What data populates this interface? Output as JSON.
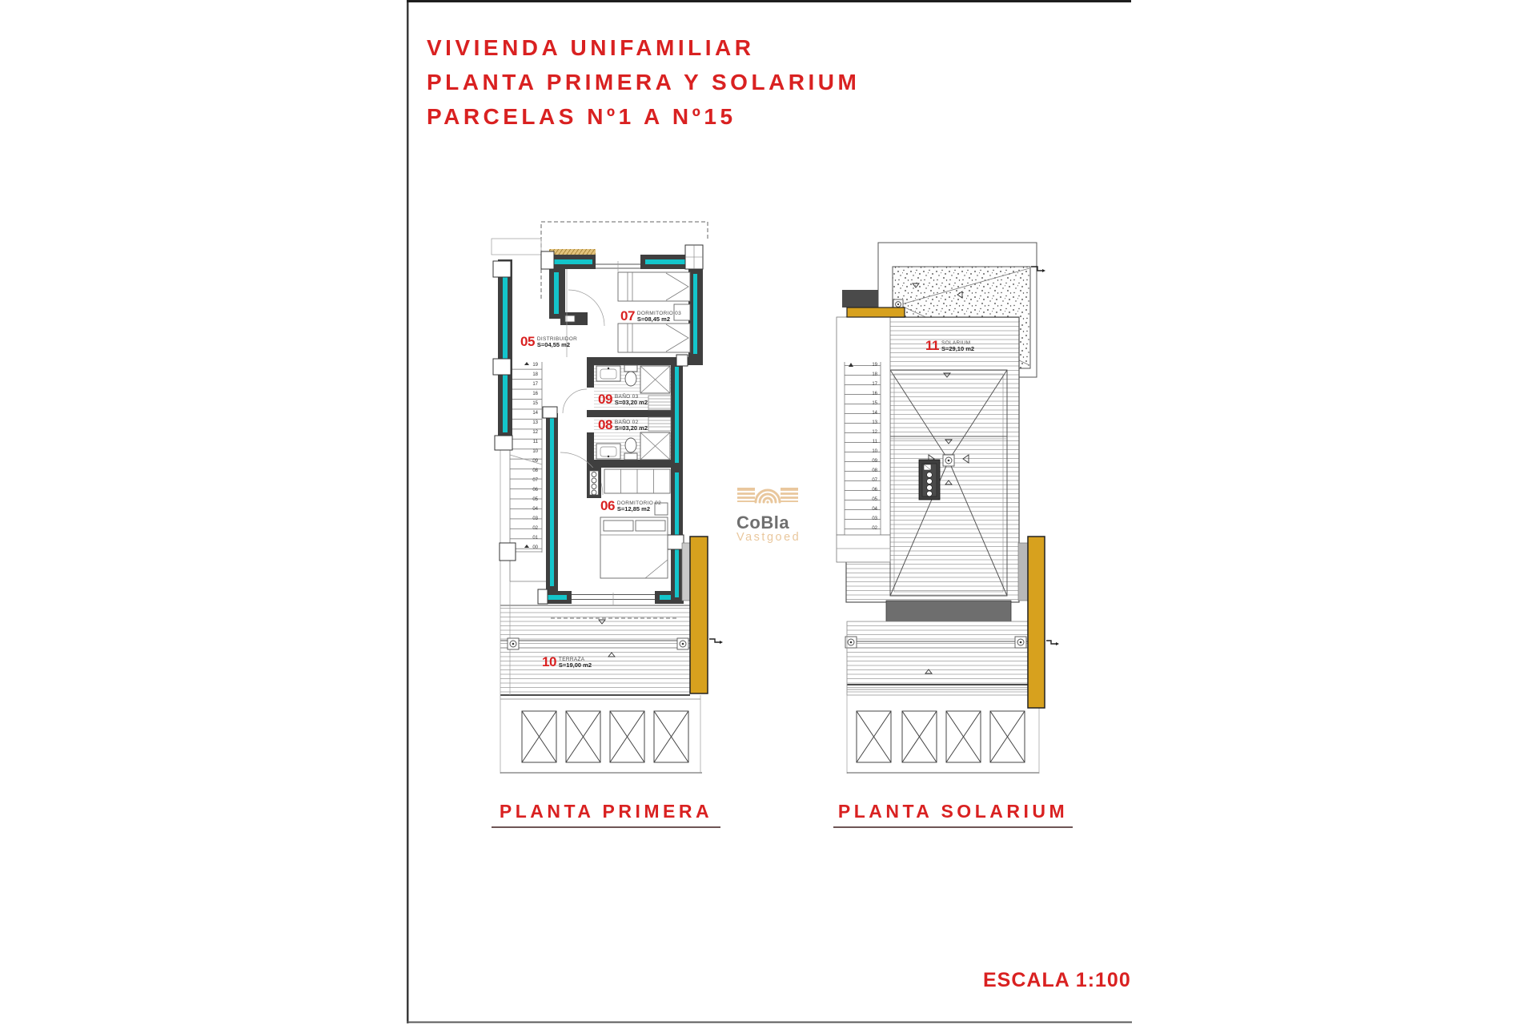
{
  "sheet": {
    "title_lines": [
      "VIVIENDA UNIFAMILIAR",
      "PLANTA PRIMERA Y SOLARIUM",
      "PARCELAS Nº1 A Nº15"
    ],
    "scale_label": "ESCALA 1:100"
  },
  "plan_primera": {
    "caption": "PLANTA PRIMERA",
    "rooms": [
      {
        "num": "05",
        "name": "DISTRIBUIDOR",
        "area": "S=04,55 m2"
      },
      {
        "num": "07",
        "name": "DORMITORIO 03",
        "area": "S=08,45 m2"
      },
      {
        "num": "09",
        "name": "BAÑO 03",
        "area": "S=03,20 m2"
      },
      {
        "num": "08",
        "name": "BAÑO 02",
        "area": "S=03,20 m2"
      },
      {
        "num": "06",
        "name": "DORMITORIO 02",
        "area": "S=12,85 m2"
      },
      {
        "num": "10",
        "name": "TERRAZA",
        "area": "S=19,00 m2"
      }
    ],
    "stair_numbers": [
      "19",
      "18",
      "17",
      "16",
      "15",
      "14",
      "13",
      "12",
      "11",
      "10",
      "09",
      "08",
      "07",
      "06",
      "05",
      "04",
      "03",
      "02",
      "01",
      "00"
    ]
  },
  "plan_solarium": {
    "caption": "PLANTA SOLARIUM",
    "rooms": [
      {
        "num": "11",
        "name": "SOLARIUM",
        "area": "S=29,10 m2"
      }
    ],
    "stair_numbers": [
      "19",
      "18",
      "17",
      "16",
      "15",
      "14",
      "13",
      "12",
      "11",
      "10",
      "09",
      "08",
      "07",
      "06",
      "05",
      "04",
      "03",
      "02"
    ]
  },
  "watermark": {
    "name": "CoBla",
    "subtitle": "Vastgoed"
  },
  "colors": {
    "accent_red": "#d92121",
    "wall": "#3f3f3f",
    "insulation": "#14c5cb",
    "beam_gold": "#d7a11e",
    "watermark_gray": "#6f6f6f",
    "watermark_tan": "#e9c79d"
  }
}
